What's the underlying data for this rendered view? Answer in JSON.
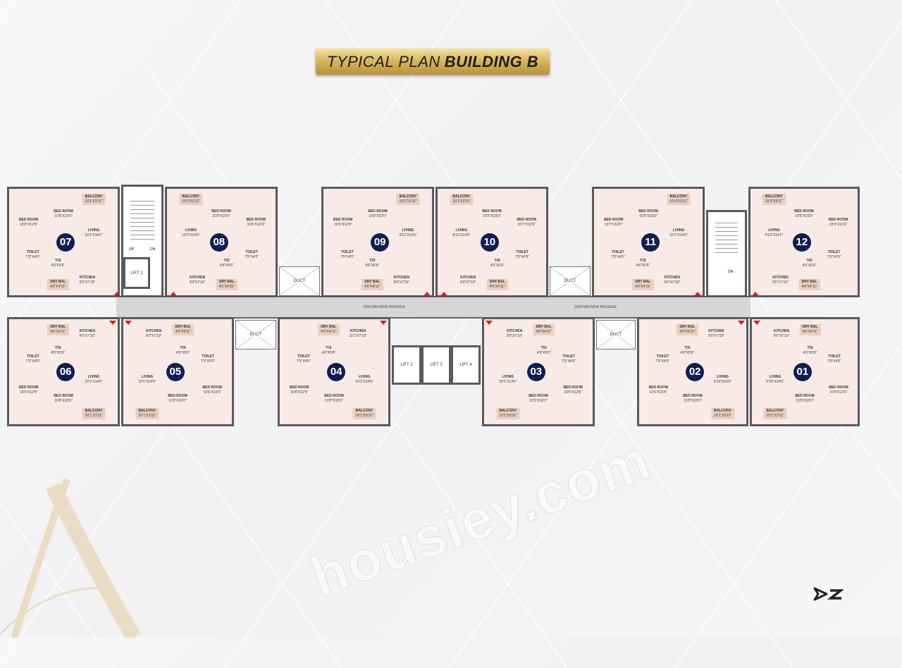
{
  "title": {
    "prefix": "TYPICAL PLAN",
    "emphasis": "BUILDING B"
  },
  "colors": {
    "unit_fill": "#f8ebe7",
    "badge": "#0f1f55",
    "banner_gold": "#d9b75c",
    "door_marker": "#d0201c",
    "corridor": "#d6d6d6"
  },
  "corridor": {
    "passage_labels": [
      "1500 MM WIDE PASSAGE",
      "1500 MM WIDE PASSAGE"
    ]
  },
  "lifts": [
    "LIFT 1",
    "LIFT 2",
    "LIFT 3",
    "LIFT 4"
  ],
  "stairs": {
    "up": "UP",
    "down": "DN"
  },
  "duct_label": "DUCT",
  "watermark": "housiey.com",
  "logo": {
    "icon": "dz-logo-icon",
    "text": "DZ"
  },
  "units": [
    {
      "number": "07",
      "rooms": [
        [
          "BED ROOM",
          "10'0\"X12'6\""
        ],
        [
          "BED ROOM",
          "10'0\"X10'0\""
        ],
        [
          "BALCONY",
          "10'1\"X3'11\""
        ],
        [
          "LIVING",
          "10'1\"X14'5\""
        ],
        [
          "TOILET",
          "7'5\"X4'5\""
        ],
        [
          "TOI",
          "4'6\"X5'6\""
        ],
        [
          "DRY BAL",
          "4'6\"X4'11\""
        ],
        [
          "KITCHEN",
          "9'0\"X7'10\""
        ]
      ]
    },
    {
      "number": "08",
      "rooms": [
        [
          "BED ROOM",
          "10'6\"X12'6\""
        ],
        [
          "BED ROOM",
          "10'0\"X10'0\""
        ],
        [
          "BALCONY",
          "10'1\"X3'11\""
        ],
        [
          "LIVING",
          "10'1\"X14'5\""
        ],
        [
          "TOILET",
          "7'5\"X4'5\""
        ],
        [
          "TOI",
          "4'6\"X5'6\""
        ],
        [
          "DRY BAL",
          "4'6\"X4'11\""
        ],
        [
          "KITCHEN",
          "9'0\"X7'10\""
        ]
      ]
    },
    {
      "number": "09",
      "rooms": [
        [
          "BED ROOM",
          "10'6\"X12'6\""
        ],
        [
          "BED ROOM",
          "10'0\"X10'0\""
        ],
        [
          "BALCONY",
          "10'1\"X3'11\""
        ],
        [
          "LIVING",
          "9'11\"X14'5\""
        ],
        [
          "TOILET",
          "7'5\"X4'5\""
        ],
        [
          "TOI",
          "4'6\"X5'6\""
        ],
        [
          "DRY BAL",
          "4'6\"X4'11\""
        ],
        [
          "KITCHEN",
          "9'0\"X7'10\""
        ]
      ]
    },
    {
      "number": "10",
      "rooms": [
        [
          "BED ROOM",
          "10'7\"X12'6\""
        ],
        [
          "BED ROOM",
          "10'0\"X10'0\""
        ],
        [
          "BALCONY",
          "10'1\"X3'11\""
        ],
        [
          "LIVING",
          "9'11\"X14'5\""
        ],
        [
          "TOILET",
          "7'5\"X4'5\""
        ],
        [
          "TOI",
          "4'6\"X5'6\""
        ],
        [
          "DRY BAL",
          "4'6\"X4'11\""
        ],
        [
          "KITCHEN",
          "9'0\"X7'10\""
        ]
      ]
    },
    {
      "number": "11",
      "rooms": [
        [
          "BED ROOM",
          "10'7\"X12'6\""
        ],
        [
          "BED ROOM",
          "10'0\"X10'0\""
        ],
        [
          "BALCONY",
          "10'4\"X3'11\""
        ],
        [
          "LIVING",
          "10'1\"X14'5\""
        ],
        [
          "TOILET",
          "7'5\"X4'5\""
        ],
        [
          "TOI",
          "4'6\"X5'6\""
        ],
        [
          "DRY BAL",
          "4'6\"X4'11\""
        ],
        [
          "KITCHEN",
          "9'0\"X7'10\""
        ]
      ]
    },
    {
      "number": "12",
      "rooms": [
        [
          "BED ROOM",
          "10'0\"X12'6\""
        ],
        [
          "BED ROOM",
          "10'0\"X10'0\""
        ],
        [
          "BALCONY",
          "10'4\"X3'11\""
        ],
        [
          "LIVING",
          "9'10\"X14'5\""
        ],
        [
          "TOILET",
          "7'5\"X4'5\""
        ],
        [
          "TOI",
          "4'6\"X5'6\""
        ],
        [
          "DRY BAL",
          "4'6\"X4'11\""
        ],
        [
          "KITCHEN",
          "9'0\"X7'10\""
        ]
      ]
    },
    {
      "number": "06",
      "rooms": [
        [
          "BED ROOM",
          "10'0\"X12'6\""
        ],
        [
          "BED ROOM",
          "10'0\"X10'0\""
        ],
        [
          "BALCONY",
          "10'1\"X3'11\""
        ],
        [
          "LIVING",
          "10'1\"X14'5\""
        ],
        [
          "TOILET",
          "7'5\"X4'5\""
        ],
        [
          "TOI",
          "4'6\"X5'6\""
        ],
        [
          "DRY BAL",
          "4'6\"X4'11\""
        ],
        [
          "KITCHEN",
          "9'0\"X7'10\""
        ]
      ]
    },
    {
      "number": "05",
      "rooms": [
        [
          "BED ROOM",
          "10'6\"X12'6\""
        ],
        [
          "BED ROOM",
          "10'0\"X10'0\""
        ],
        [
          "BALCONY",
          "10'1\"X3'11\""
        ],
        [
          "LIVING",
          "10'1\"X14'5\""
        ],
        [
          "TOILET",
          "7'5\"X4'5\""
        ],
        [
          "TOI",
          "4'6\"X5'6\""
        ],
        [
          "DRY BAL",
          "4'6\"X4'11\""
        ],
        [
          "KITCHEN",
          "9'0\"X7'10\""
        ]
      ]
    },
    {
      "number": "04",
      "rooms": [
        [
          "BED ROOM",
          "10'6\"X12'6\""
        ],
        [
          "BED ROOM",
          "10'0\"X10'0\""
        ],
        [
          "BALCONY",
          "10'1\"X3'11\""
        ],
        [
          "LIVING",
          "10'1\"X14'5\""
        ],
        [
          "TOILET",
          "7'5\"X4'5\""
        ],
        [
          "TOI",
          "4'6\"X5'6\""
        ],
        [
          "DRY BAL",
          "4'6\"X4'11\""
        ],
        [
          "KITCHEN",
          "11'1\"X7'10\""
        ]
      ]
    },
    {
      "number": "03",
      "rooms": [
        [
          "BED ROOM",
          "10'6\"X12'6\""
        ],
        [
          "BED ROOM",
          "10'0\"X10'0\""
        ],
        [
          "BALCONY",
          "10'1\"X3'11\""
        ],
        [
          "LIVING",
          "10'1\"X14'5\""
        ],
        [
          "TOILET",
          "7'5\"X4'5\""
        ],
        [
          "TOI",
          "4'6\"X5'6\""
        ],
        [
          "DRY BAL",
          "4'6\"X4'11\""
        ],
        [
          "KITCHEN",
          "9'0\"X7'10\""
        ]
      ]
    },
    {
      "number": "02",
      "rooms": [
        [
          "BED ROOM",
          "12'6\"X10'6\""
        ],
        [
          "BED ROOM",
          "10'0\"X10'0\""
        ],
        [
          "BALCONY",
          "10'1\"X3'11\""
        ],
        [
          "LIVING",
          "9'10\"X14'5\""
        ],
        [
          "TOILET",
          "7'5\"X4'5\""
        ],
        [
          "TOI",
          "4'6\"X5'6\""
        ],
        [
          "DRY BAL",
          "4'6\"X4'11\""
        ],
        [
          "KITCHEN",
          "9'0\"X7'10\""
        ]
      ]
    },
    {
      "number": "01",
      "rooms": [
        [
          "BED ROOM",
          "10'0\"X12'6\""
        ],
        [
          "BED ROOM",
          "10'0\"X10'0\""
        ],
        [
          "BALCONY",
          "10'1\"X3'11\""
        ],
        [
          "LIVING",
          "9'10\"X14'5\""
        ],
        [
          "TOILET",
          "7'5\"X4'5\""
        ],
        [
          "TOI",
          "4'6\"X5'6\""
        ],
        [
          "DRY BAL",
          "4'6\"X4'11\""
        ],
        [
          "KITCHEN",
          "9'0\"X7'10\""
        ]
      ]
    }
  ]
}
